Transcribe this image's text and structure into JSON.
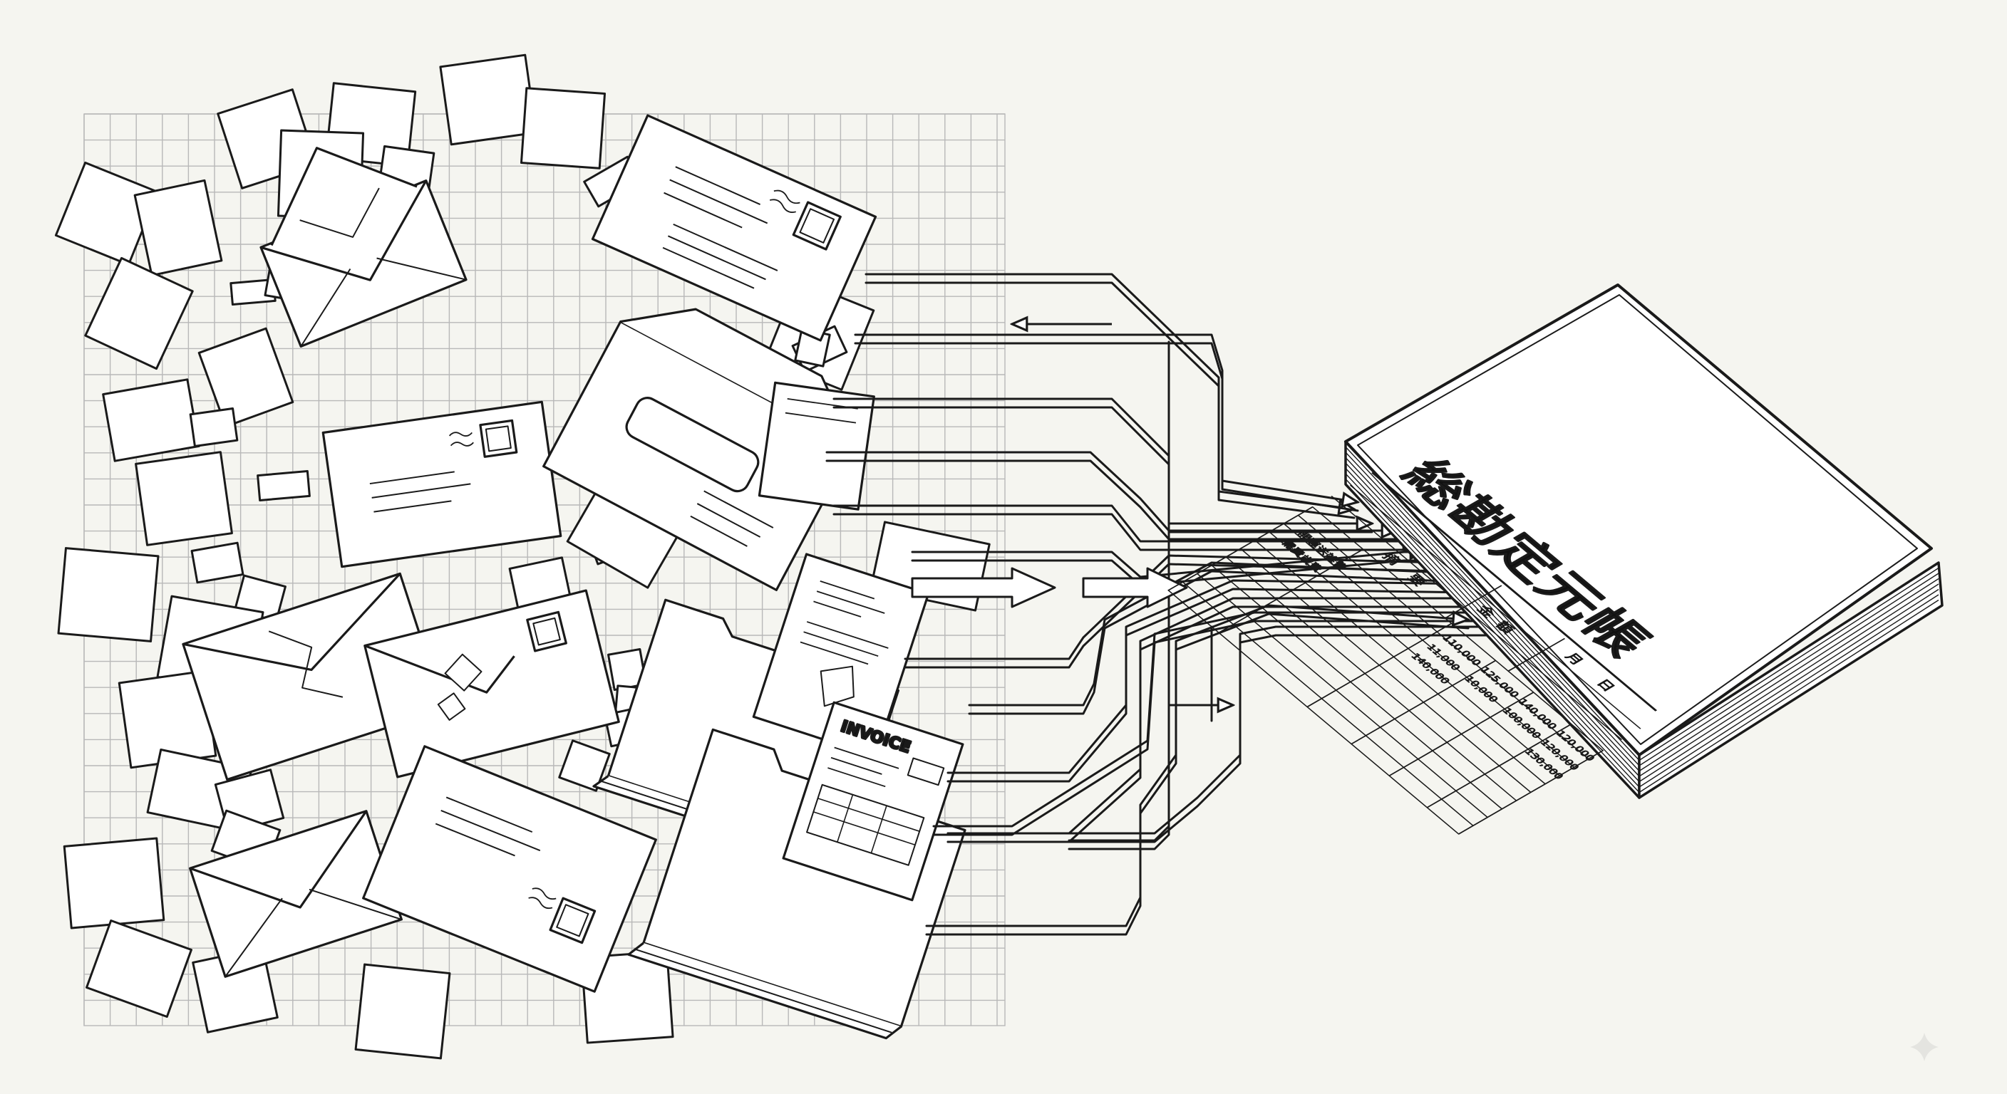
{
  "ledger": {
    "title": "総勘定元帳",
    "header_labels": [
      "月",
      "日",
      "金",
      "額",
      "摘",
      "要"
    ],
    "row_labels": [
      "開運送雑費",
      "需費歳費"
    ],
    "cell_values": [
      "110,000",
      "11,000",
      "140,000",
      "125,000",
      "10,000",
      "140,000",
      "100,000",
      "120,000",
      "120,000",
      "130,000"
    ]
  },
  "invoice": {
    "label": "INVOICE"
  },
  "colors": {
    "ink": "#1a1a1a",
    "paper": "#ffffff",
    "background": "#f5f5f0",
    "grid": "#b8b8b8"
  },
  "icons": [
    "sticky-note-icon",
    "envelope-icon",
    "stamp-icon",
    "folder-icon",
    "ledger-book-icon",
    "flow-arrow-icon",
    "sparkle-icon"
  ]
}
